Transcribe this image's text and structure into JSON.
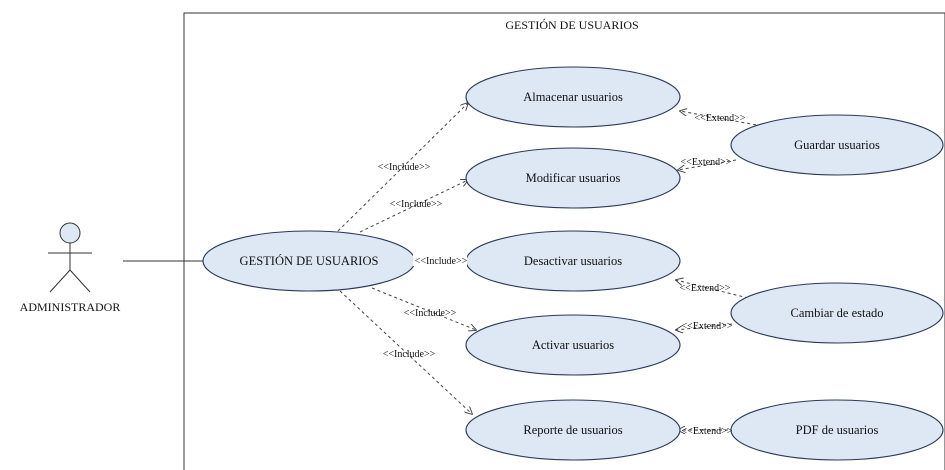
{
  "system": {
    "title": "GESTIÓN DE USUARIOS"
  },
  "actor": {
    "name": "ADMINISTRADOR"
  },
  "use_cases": {
    "main": "GESTIÓN DE USUARIOS",
    "almacenar": "Almacenar usuarios",
    "modificar": "Modificar usuarios",
    "desactivar": "Desactivar usuarios",
    "activar": "Activar usuarios",
    "reporte": "Reporte de usuarios",
    "guardar": "Guardar usuarios",
    "cambiar": "Cambiar de estado",
    "pdf": "PDF de usuarios"
  },
  "relations": {
    "include_almacenar": "<<Include>>",
    "include_modificar": "<<Include>>",
    "include_desactivar": "<<Include>>",
    "include_activar": "<<Include>>",
    "include_reporte": "<<Include>>",
    "extend_almacenar": "<<Extend>>",
    "extend_modificar": "<<Extend>>",
    "extend_desactivar": "<<Extend>>",
    "extend_activar": "<<Extend>>",
    "extend_reporte": "<<Extend>>"
  },
  "colors": {
    "use_case_fill": "#dde8f4",
    "use_case_stroke": "#2b3a55",
    "actor_fill": "#dde8f4"
  }
}
